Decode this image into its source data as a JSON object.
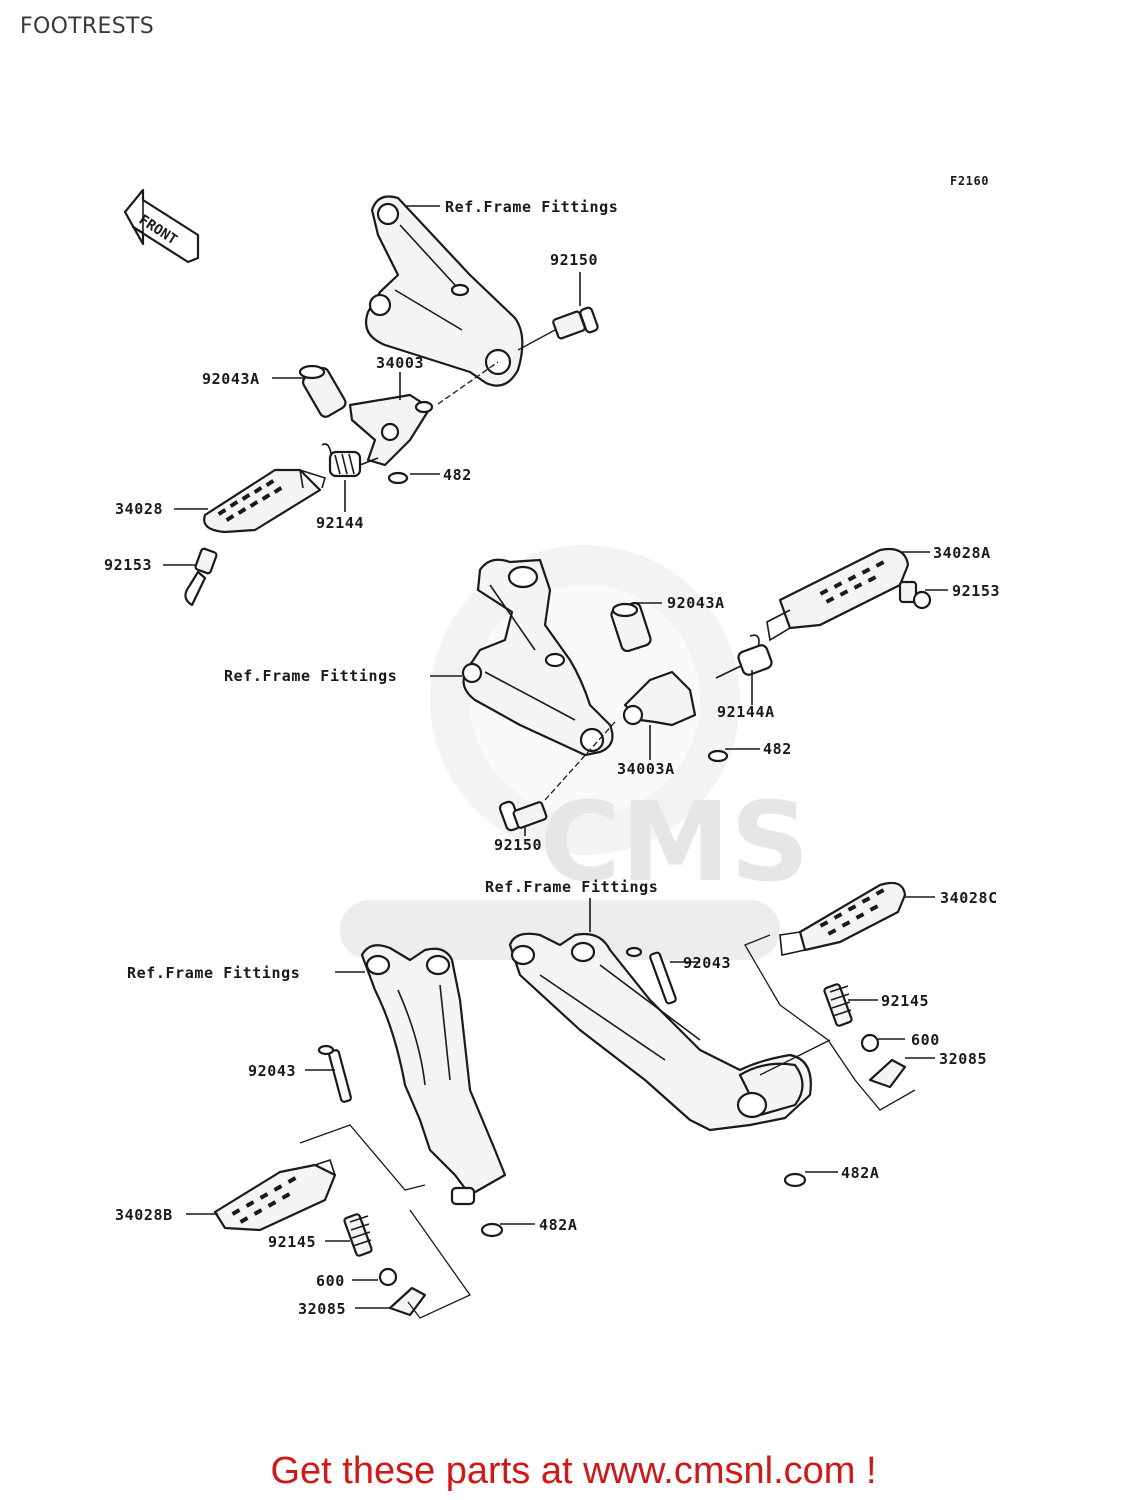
{
  "page": {
    "title": "FOOTRESTS"
  },
  "diagram": {
    "figure_code": "F2160",
    "front_arrow_text": "FRONT",
    "watermark_text": "CMS",
    "labels": {
      "ref_frame_1": "Ref.Frame Fittings",
      "ref_frame_2": "Ref.Frame Fittings",
      "ref_frame_3": "Ref.Frame Fittings",
      "ref_frame_4": "Ref.Frame Fittings",
      "p92150_a": "92150",
      "p92150_b": "92150",
      "p92043A_a": "92043A",
      "p92043A_b": "92043A",
      "p34003": "34003",
      "p34003A": "34003A",
      "p482_a": "482",
      "p482_b": "482",
      "p34028": "34028",
      "p34028A": "34028A",
      "p34028B": "34028B",
      "p34028C": "34028C",
      "p92144": "92144",
      "p92144A": "92144A",
      "p92153_a": "92153",
      "p92153_b": "92153",
      "p92043_a": "92043",
      "p92043_b": "92043",
      "p92145_a": "92145",
      "p92145_b": "92145",
      "p600_a": "600",
      "p600_b": "600",
      "p32085_a": "32085",
      "p32085_b": "32085",
      "p482A_a": "482A",
      "p482A_b": "482A"
    }
  },
  "footer": {
    "promo": "Get these parts at www.cmsnl.com !"
  },
  "colors": {
    "promo": "#d01818",
    "line": "#1a1a1a",
    "watermark": "#e9e9e9"
  }
}
